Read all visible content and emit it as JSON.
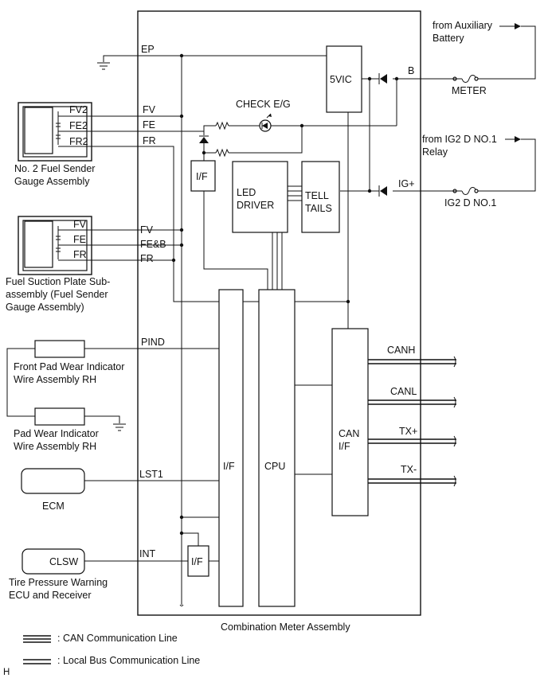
{
  "diagram": {
    "main_title": "Combination Meter Assembly",
    "corner_mark": "H",
    "power": {
      "aux_battery": [
        "from Auxiliary",
        "Battery"
      ],
      "ig2_relay": [
        "from IG2 D NO.1",
        "Relay"
      ],
      "fuse_meter": "METER",
      "fuse_ig2": "IG2 D NO.1",
      "pin_b": "B",
      "pin_ig": "IG+"
    },
    "internal": {
      "ep": "EP",
      "vic": "5VIC",
      "check": "CHECK E/G",
      "if_small": "I/F",
      "led_driver": [
        "LED",
        "DRIVER"
      ],
      "tell_tails": [
        "TELL",
        "TAILS"
      ],
      "if_tall": "I/F",
      "cpu": "CPU",
      "can_if": [
        "CAN",
        "I/F"
      ],
      "if_int": "I/F"
    },
    "pins": {
      "fv": "FV",
      "fe": "FE",
      "fr": "FR",
      "fv2": "FV",
      "feb": "FE&B",
      "fr2": "FR",
      "pind": "PIND",
      "lst1": "LST1",
      "int": "INT"
    },
    "bus_lines": {
      "canh": "CANH",
      "canl": "CANL",
      "txp": "TX+",
      "txm": "TX-"
    },
    "components": {
      "sender2": {
        "title": [
          "No. 2 Fuel Sender",
          "Gauge Assembly"
        ],
        "p1": "FV2",
        "p2": "FE2",
        "p3": "FR2"
      },
      "suction": {
        "title": [
          "Fuel Suction Plate Sub-",
          "assembly (Fuel Sender",
          "Gauge Assembly)"
        ],
        "p1": "FV",
        "p2": "FE",
        "p3": "FR"
      },
      "front_pad": [
        "Front Pad Wear Indicator",
        "Wire Assembly RH"
      ],
      "pad": [
        "Pad Wear Indicator",
        "Wire Assembly RH"
      ],
      "ecm": "ECM",
      "clsw": "CLSW",
      "tpms": [
        "Tire Pressure Warning",
        "ECU and Receiver"
      ]
    },
    "legend": {
      "can": ": CAN Communication Line",
      "local": ": Local Bus Communication Line"
    }
  }
}
